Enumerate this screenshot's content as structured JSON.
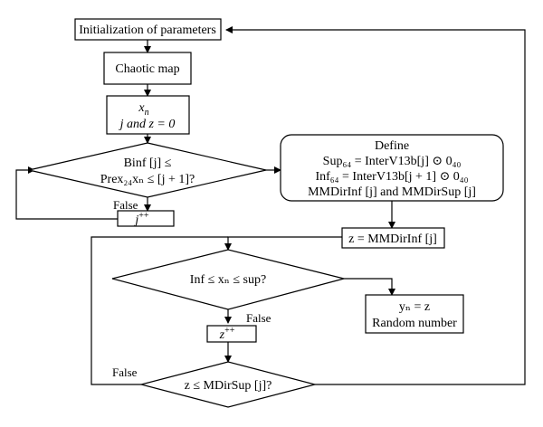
{
  "nodes": {
    "init": "Initialization of parameters",
    "chaotic": "Chaotic map",
    "xn_line1": "x",
    "xn_sub": "n",
    "xn_line2": "j and z = 0",
    "diamond1_line1": "Binf [j] ≤",
    "diamond1_line2": "Prex₂₄xₙ ≤ [j + 1]?",
    "jpp": "j",
    "jpp_sup": "++",
    "define_title": "Define",
    "define_line1": "Sup₆₄ = InterV13b[j] ⊙ 0₄₀",
    "define_line2": "Inf₆₄ = InterV13b[j + 1] ⊙ 0₄₀",
    "define_line3": "MMDirInf [j] and MMDirSup [j]",
    "z_assign": "z = MMDirInf [j]",
    "diamond2": "Inf ≤ xₙ ≤ sup?",
    "yn_line1": "yₙ = z",
    "yn_line2": "Random number",
    "zpp": "z",
    "zpp_sup": "++",
    "diamond3": "z ≤ MDirSup [j]?"
  },
  "labels": {
    "false_1": "False",
    "false_2": "False",
    "false_3": "False"
  }
}
